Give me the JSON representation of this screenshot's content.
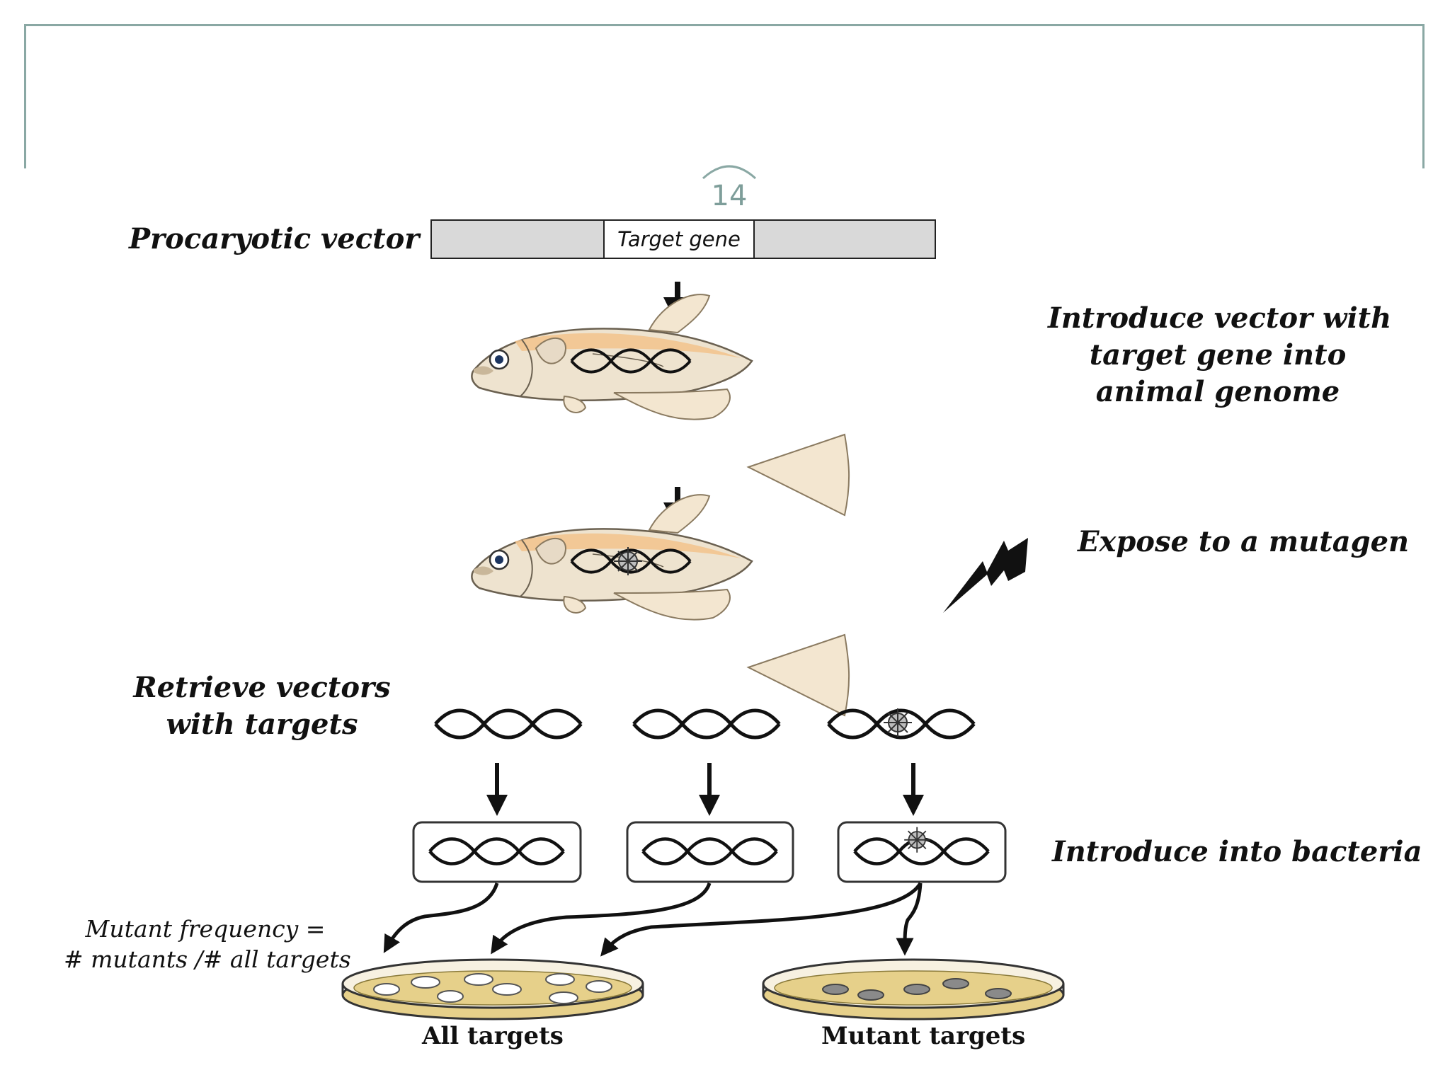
{
  "slide": {
    "page_number": "14"
  },
  "vector": {
    "title": "Procaryotic vector",
    "gene_label": "Target gene"
  },
  "steps": {
    "introduce_line1": "Introduce vector with",
    "introduce_line2": "target gene into",
    "introduce_line3": "animal genome",
    "expose": "Expose to a mutagen",
    "retrieve_line1": "Retrieve vectors",
    "retrieve_line2": "with targets",
    "bacteria": "Introduce into bacteria"
  },
  "formula": {
    "line1": "Mutant frequency =",
    "line2": "# mutants /# all targets"
  },
  "plates": {
    "all_label": "All targets",
    "mutant_label": "Mutant targets"
  },
  "colors": {
    "line": "#111111",
    "vector_fill": "#d9d9d9",
    "fish_body": "#eee3cf",
    "fish_stripe": "#f2c48f",
    "fin": "#f3e6d0",
    "plate_medium": "#e6d08a",
    "colony_white": "#ffffff",
    "colony_mutant": "#8a8a8a",
    "frame": "#8aa8a4"
  }
}
